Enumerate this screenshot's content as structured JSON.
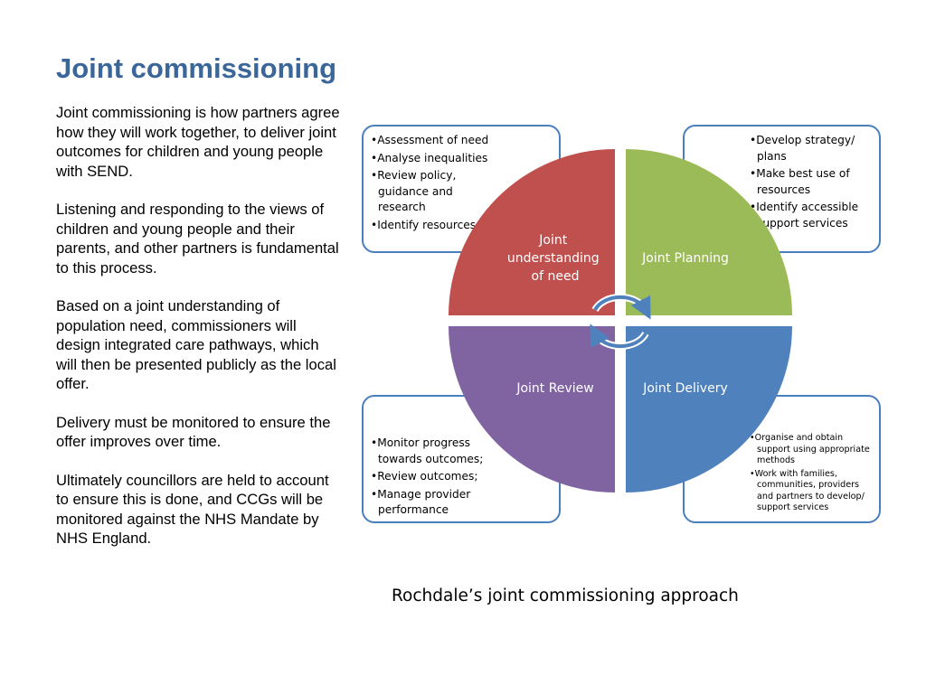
{
  "title": "Joint commissioning",
  "paragraphs": [
    "Joint commissioning is how partners agree how they will work together, to deliver joint outcomes for children and young people with SEND.",
    "Listening and responding to the views of children and young people and their parents, and other partners  is fundamental to this process.",
    "Based on a joint understanding of population need, commissioners will design integrated care pathways, which will then be presented publicly as the local offer.",
    "Delivery must be monitored to ensure the offer improves over time.",
    "Ultimately councillors are held to account to ensure this is done, and CCGs will be monitored against the NHS Mandate by NHS England."
  ],
  "diagram": {
    "quadrants": {
      "top_left": {
        "label": "Joint understanding of need",
        "lines": [
          "Joint",
          "understanding",
          "of need"
        ],
        "color": "#c0504d"
      },
      "top_right": {
        "label": "Joint Planning",
        "lines": [
          "Joint Planning"
        ],
        "color": "#9bbb59"
      },
      "bottom_left": {
        "label": "Joint Review",
        "lines": [
          "Joint Review"
        ],
        "color": "#8064a2"
      },
      "bottom_right": {
        "label": "Joint Delivery",
        "lines": [
          "Joint Delivery"
        ],
        "color": "#4f81bd"
      }
    },
    "boxes": {
      "top_left": [
        "Assessment of need",
        "Analyse inequalities",
        "Review policy, guidance and research",
        "Identify resources"
      ],
      "top_right": [
        "Develop strategy/ plans",
        "Make best use of resources",
        "Identify accessible support services"
      ],
      "bottom_left": [
        "Monitor progress towards outcomes;",
        "Review outcomes;",
        "Manage provider performance"
      ],
      "bottom_right": [
        "Organise and obtain support using appropriate methods",
        "Work with families, communities, providers and partners to develop/ support services"
      ]
    },
    "box_border_color": "#4a7fbd",
    "arrow_color": "#4f81bd",
    "icons": [
      "cycle-arrows-icon"
    ]
  },
  "caption": "Rochdale’s joint commissioning approach"
}
